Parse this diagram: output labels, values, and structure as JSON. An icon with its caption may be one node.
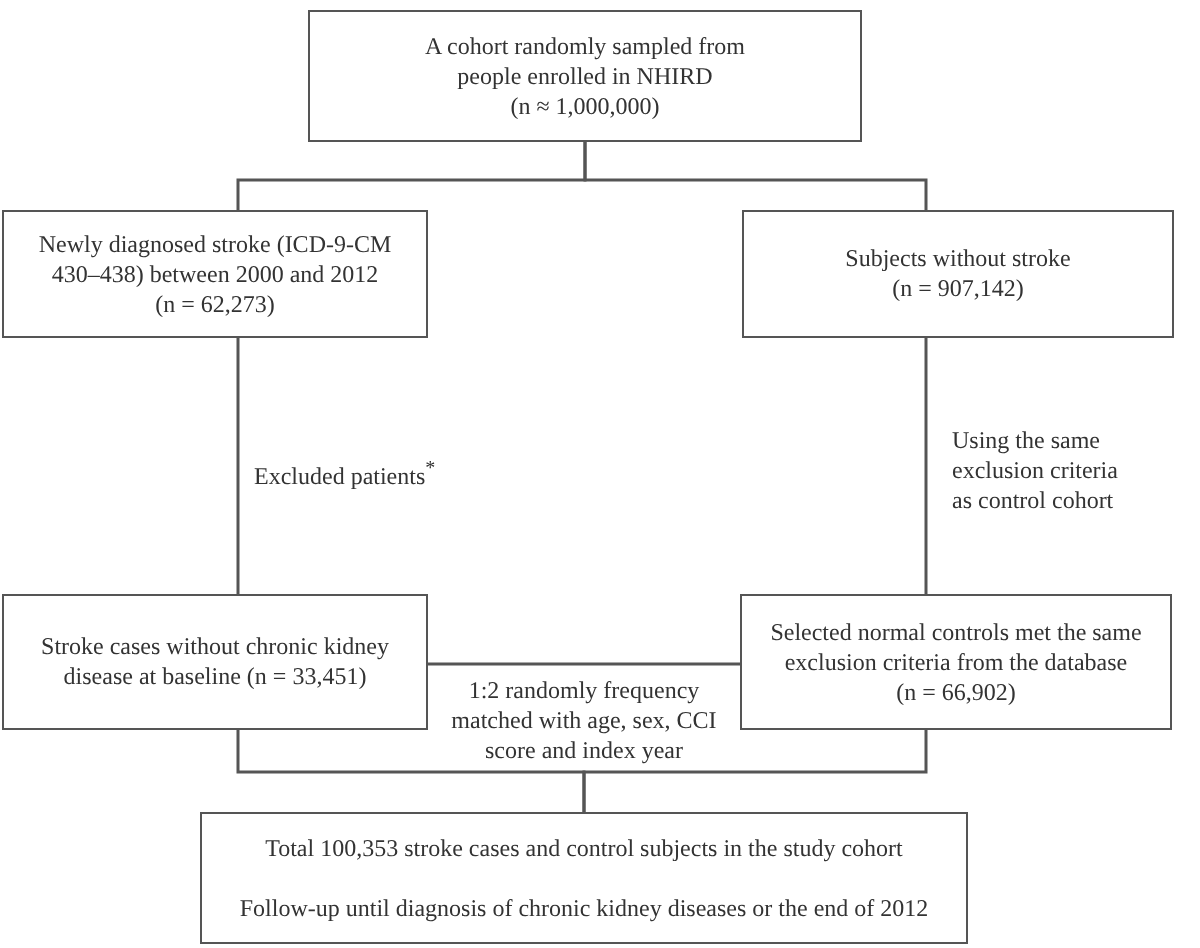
{
  "diagram": {
    "nodes": [
      {
        "text": [
          "A cohort randomly sampled from people enrolled in NHIRD",
          "(n ≈ 1,000,000)"
        ]
      },
      {
        "text": [
          "Newly diagnosed stroke (ICD-9-CM 430–438) between 2000 and 2012",
          "(n = 62,273)"
        ]
      },
      {
        "text": [
          "Subjects without stroke",
          "(n = 907,142)"
        ]
      },
      {
        "text": [
          "Stroke cases without chronic kidney disease at baseline (n = 33,451)"
        ]
      },
      {
        "text": [
          "Selected normal controls met the same exclusion criteria from the database",
          "(n = 66,902)"
        ]
      },
      {
        "text": [
          "Total 100,353 stroke cases and control subjects in the study cohort",
          "Follow-up until diagnosis of chronic kidney diseases or the end of 2012"
        ]
      }
    ],
    "edges": [
      {
        "from": 0,
        "to": 1,
        "arrow": "none"
      },
      {
        "from": 0,
        "to": 2,
        "arrow": "none"
      },
      {
        "from": 1,
        "to": 3,
        "arrow": "none",
        "label": "Excluded patients$^{*}$"
      },
      {
        "from": 2,
        "to": 4,
        "arrow": "none",
        "label": "Using the same exclusion criteria as control cohort"
      },
      {
        "from": 3,
        "to": 4,
        "arrow": "none",
        "label": "1:2 randomly frequency matched with age, sex, CCI score and index year"
      },
      {
        "from": 3,
        "to": 5,
        "arrow": "none"
      },
      {
        "from": 4,
        "to": 5,
        "arrow": "none"
      }
    ]
  }
}
